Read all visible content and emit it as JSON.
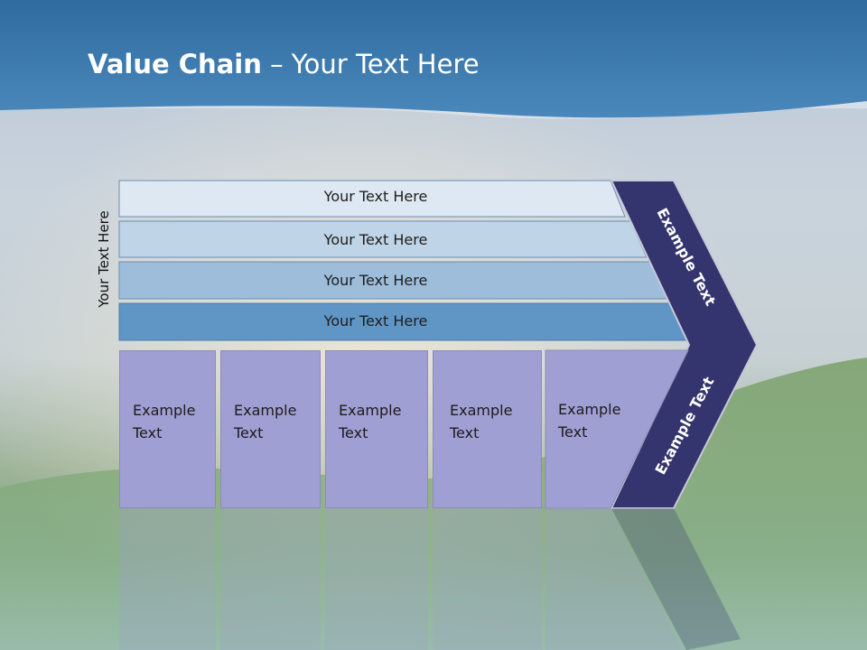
{
  "title": {
    "bold": "Value Chain",
    "rest": " – Your Text Here"
  },
  "side_label": "Your Text Here",
  "rows": [
    {
      "label": "Your Text Here",
      "color": "#dde8f2"
    },
    {
      "label": "Your Text Here",
      "color": "#bfd4e7"
    },
    {
      "label": "Your Text Here",
      "color": "#9dbddb"
    },
    {
      "label": "Your Text Here",
      "color": "#5f96c6"
    }
  ],
  "boxes": [
    {
      "line1": "Example",
      "line2": "Text"
    },
    {
      "line1": "Example",
      "line2": "Text"
    },
    {
      "line1": "Example",
      "line2": "Text"
    },
    {
      "line1": "Example",
      "line2": "Text"
    },
    {
      "line1": "Example",
      "line2": "Text"
    }
  ],
  "chevron": {
    "upper_text": "Example Text",
    "lower_text": "Example Text",
    "color": "#34356e"
  },
  "colors": {
    "header": "#3a7ab0",
    "box_fill": "#a09fd3"
  }
}
